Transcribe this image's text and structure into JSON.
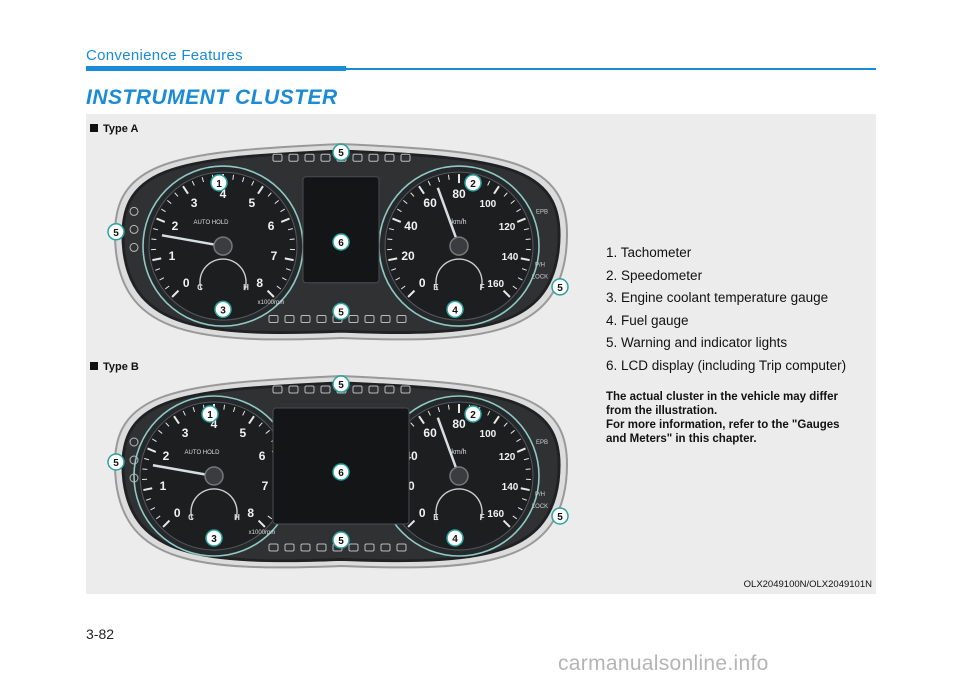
{
  "header": {
    "section": "Convenience Features",
    "title": "INSTRUMENT CLUSTER"
  },
  "figure": {
    "type_a_label": "Type A",
    "type_b_label": "Type B",
    "legend": [
      "1. Tachometer",
      "2. Speedometer",
      "3. Engine coolant temperature gauge",
      "4. Fuel gauge",
      "5. Warning and indicator lights",
      "6. LCD display (including Trip computer)"
    ],
    "note": [
      "The actual cluster in the vehicle may differ",
      "from the illustration.",
      "For more information, refer to the \"Gauges",
      "and Meters\" in this chapter."
    ],
    "code": "OLX2049100N/OLX2049101N",
    "tach_numbers": [
      "0",
      "1",
      "2",
      "3",
      "4",
      "5",
      "6",
      "7",
      "8"
    ],
    "speed_numbers": [
      "0",
      "20",
      "40",
      "60",
      "80",
      "100",
      "120",
      "140",
      "160"
    ],
    "tach_unit": "x1000rpm",
    "speed_unit": "km/h",
    "temp_labels": [
      "C",
      "H"
    ],
    "fuel_labels": [
      "E",
      "F"
    ],
    "mode_label": "AUTO HOLD",
    "side_labels": [
      "EPB",
      "P/H",
      "LOCK"
    ],
    "callouts": [
      "1",
      "2",
      "3",
      "4",
      "5",
      "6"
    ]
  },
  "footer": {
    "page": "3-82",
    "watermark": "carmanualsonline.info"
  },
  "colors": {
    "accent": "#1a8bd6",
    "cluster": "#2f3133",
    "needle": "#d8dde0"
  }
}
